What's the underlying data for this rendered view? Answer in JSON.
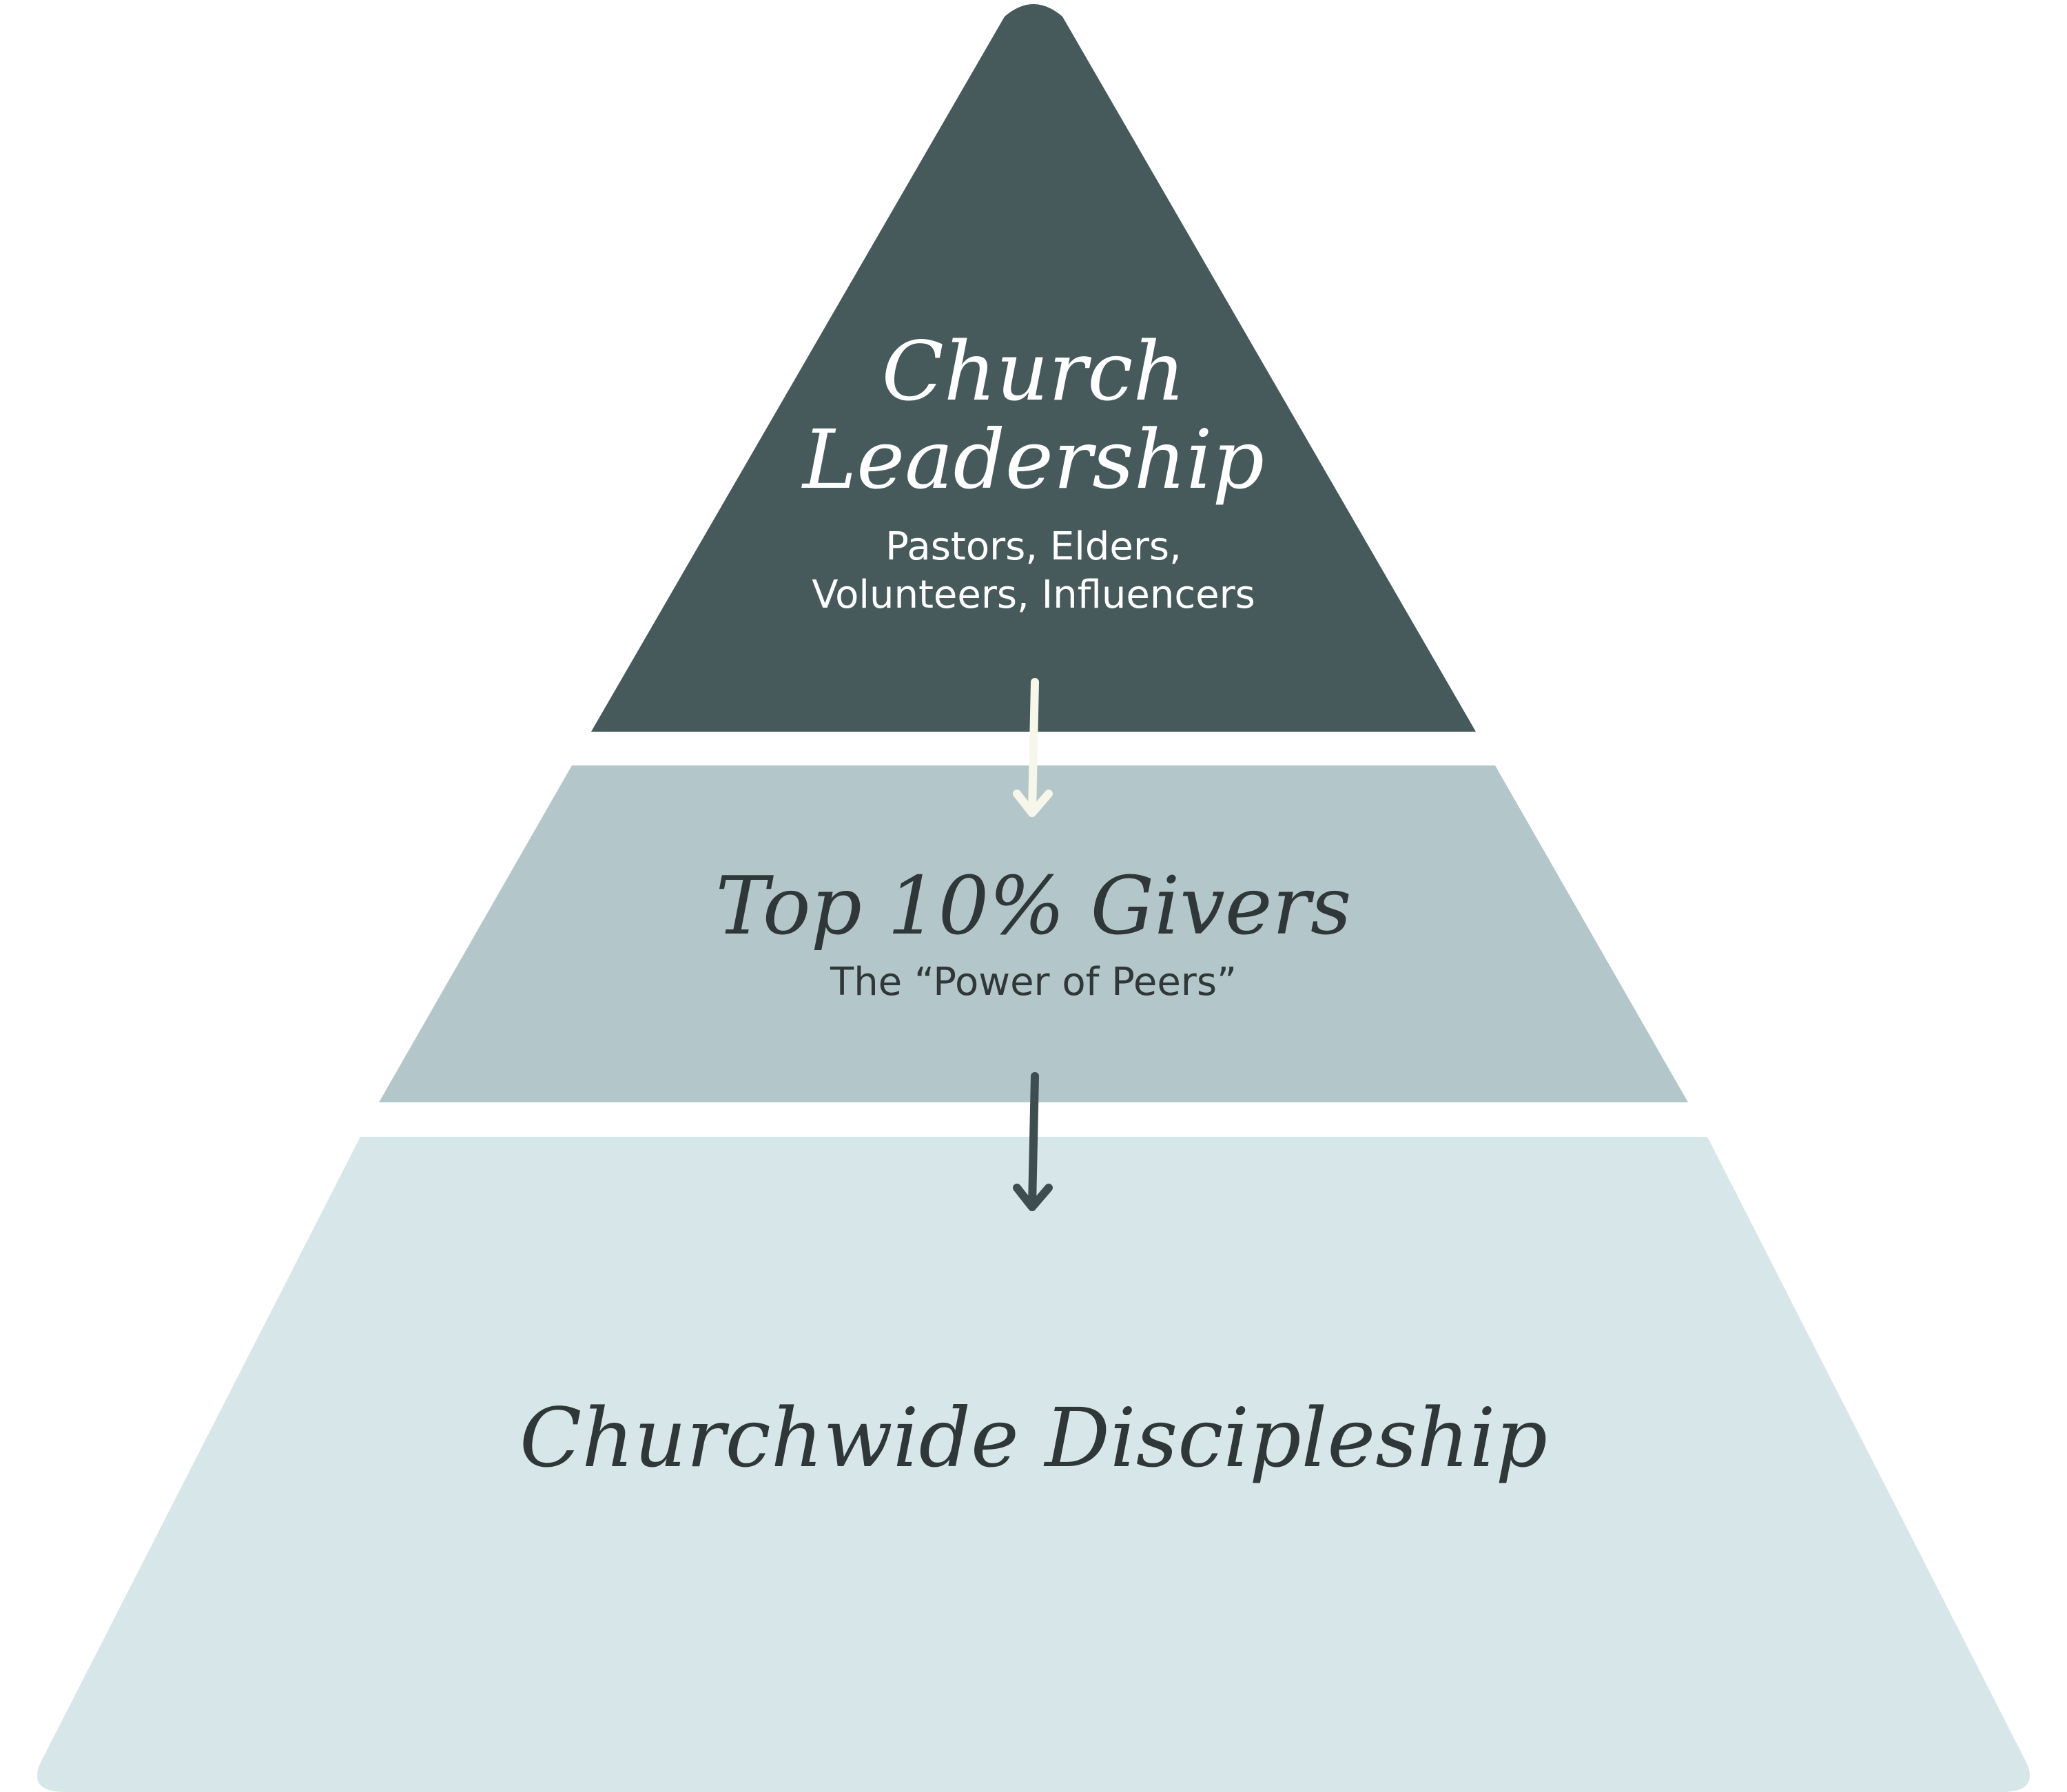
{
  "colors": {
    "background": "#ffffff",
    "top_tier": "#46595b",
    "middle_tier": "#b3c7ca",
    "bottom_tier": "#d7e7e9",
    "light_text": "#ffffff",
    "dark_text": "#2f3738",
    "arrow_light": "#f7f6ea",
    "arrow_dark": "#3e4d4f"
  },
  "tiers": {
    "top": {
      "title_line1": "Church",
      "title_line2": "Leadership",
      "subtitle_line1": "Pastors, Elders,",
      "subtitle_line2": "Volunteers, Influencers"
    },
    "middle": {
      "title": "Top 10% Givers",
      "subtitle": "The “Power of Peers”"
    },
    "bottom": {
      "title": "Churchwide Discipleship"
    }
  }
}
